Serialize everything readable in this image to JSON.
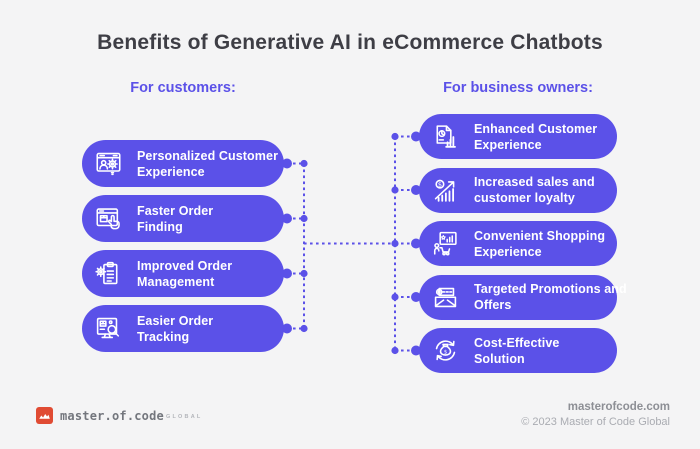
{
  "title": "Benefits of Generative AI in eCommerce Chatbots",
  "columns": {
    "customers": {
      "header": "For customers:",
      "items": [
        {
          "icon": "personalized-experience-icon",
          "lines": [
            "Personalized Customer",
            "Experience"
          ]
        },
        {
          "icon": "faster-order-finding-icon",
          "lines": [
            "Faster Order",
            "Finding"
          ]
        },
        {
          "icon": "improved-order-management-icon",
          "lines": [
            "Improved Order",
            "Management"
          ]
        },
        {
          "icon": "easier-order-tracking-icon",
          "lines": [
            "Easier Order",
            "Tracking"
          ]
        }
      ]
    },
    "business_owners": {
      "header": "For business owners:",
      "items": [
        {
          "icon": "enhanced-customer-experience-icon",
          "lines": [
            "Enhanced Customer",
            "Experience"
          ]
        },
        {
          "icon": "increased-sales-icon",
          "lines": [
            "Increased sales and",
            "customer loyalty"
          ]
        },
        {
          "icon": "convenient-shopping-icon",
          "lines": [
            "Convenient Shopping",
            "Experience"
          ]
        },
        {
          "icon": "targeted-promotions-icon",
          "lines": [
            "Targeted Promotions and",
            "Offers"
          ]
        },
        {
          "icon": "cost-effective-icon",
          "lines": [
            "Cost-Effective",
            "Solution"
          ]
        }
      ]
    }
  },
  "footer": {
    "logo_text": "master.of.code",
    "logo_suffix": "GLOBAL",
    "website": "masterofcode.com",
    "copyright": "© 2023 Master of Code Global"
  },
  "colors": {
    "background": "#f4f4f5",
    "pill": "#5b51e8",
    "accent_text": "#5b51e8",
    "title_text": "#3e3e45",
    "logo_red": "#e04b33"
  }
}
